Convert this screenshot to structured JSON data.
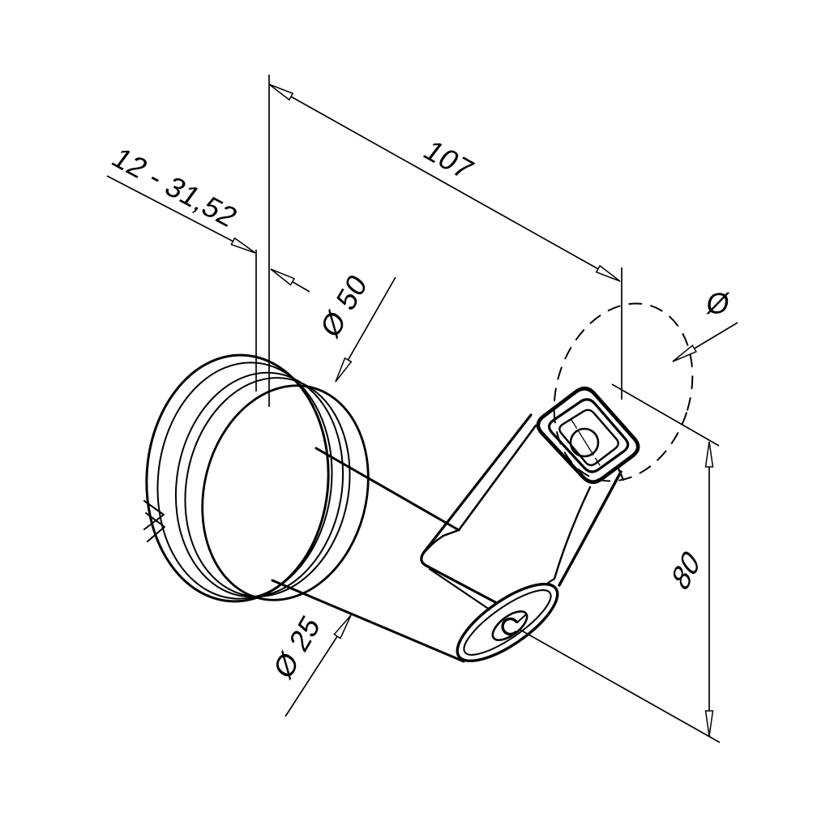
{
  "drawing": {
    "kind": "technical dimension drawing",
    "subject": "handrail wall bracket",
    "colors": {
      "line": "#000000",
      "background": "#ffffff"
    },
    "dimensions": {
      "length_overall": {
        "label": "107"
      },
      "wall_offset_range": {
        "label": "12 - 31,52"
      },
      "flange_diameter": {
        "label": "Ø 50"
      },
      "arm_diameter": {
        "label": "Ø 25"
      },
      "handrail_diameter": {
        "label": "Ø"
      },
      "height": {
        "label": "80"
      }
    }
  }
}
